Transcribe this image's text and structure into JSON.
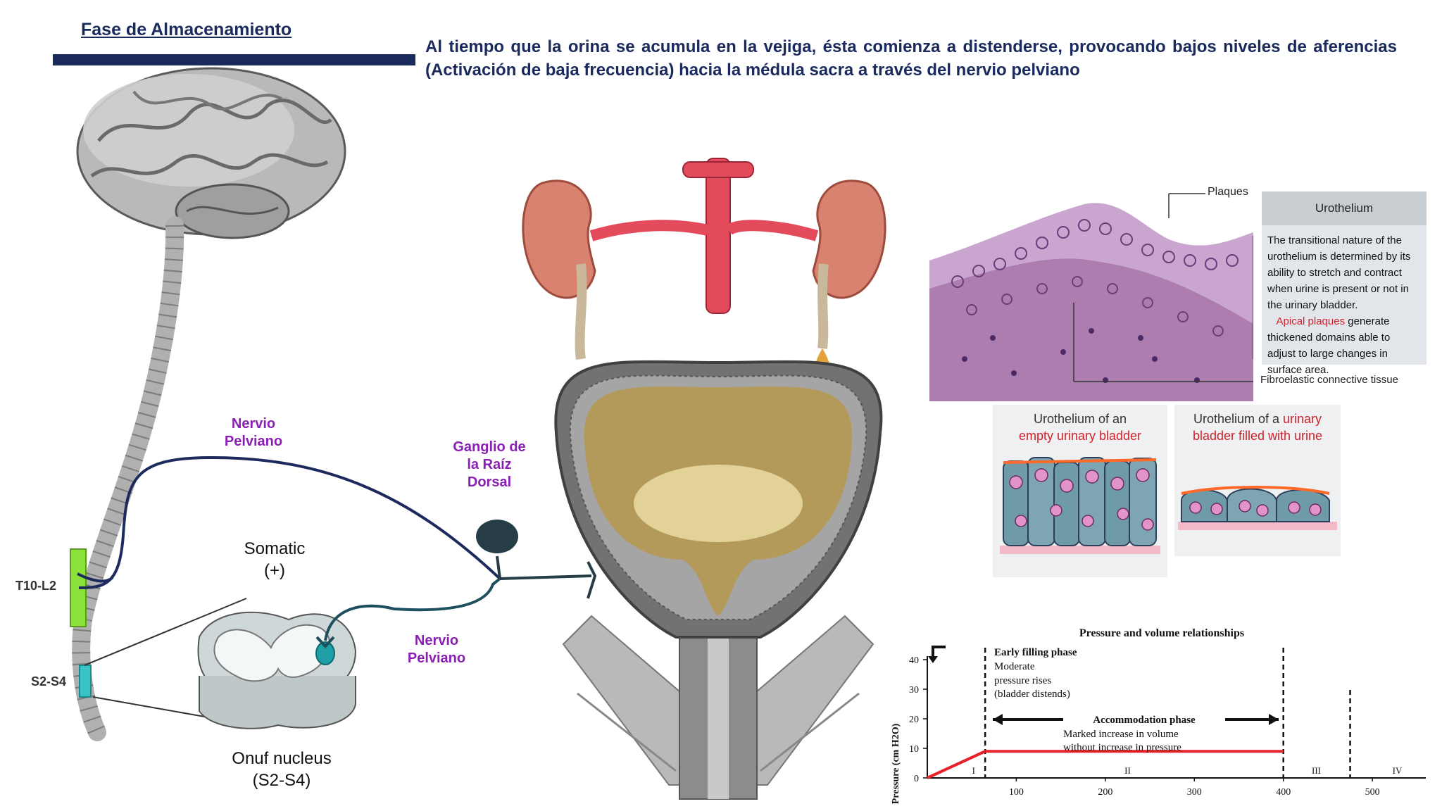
{
  "header": {
    "title": "Fase de Almacenamiento",
    "intro": "Al tiempo que la orina se acumula en la vejiga, ésta comienza a distenderse, provocando bajos niveles de aferencias (Activación de baja frecuencia) hacia la médula sacra a través del nervio  pelviano"
  },
  "neuro": {
    "nervio_upper": [
      "Nervio",
      "Pelviano"
    ],
    "nervio_lower": [
      "Nervio",
      "Pelviano"
    ],
    "ganglion": [
      "Ganglio de",
      "la Raíz",
      "Dorsal"
    ],
    "somatic": [
      "Somatic",
      "(+)"
    ],
    "onuf": [
      "Onuf nucleus",
      "(S2-S4)"
    ],
    "segment_upper": "T10-L2",
    "segment_lower": "S2-S4"
  },
  "histology": {
    "plaques_label": "Plaques",
    "fibro_label": "Fibroelastic connective tissue",
    "panel_title": "Urothelium",
    "panel_text_1": "The transitional nature of the urothelium is determined by its ability to stretch and contract when urine is present or not in the urinary bladder.",
    "panel_text_2a": "Apical plaques",
    "panel_text_2b": " generate thickened domains able to adjust to large changes in surface area."
  },
  "cells": {
    "empty_line1": "Urothelium of an",
    "empty_line2": "empty urinary bladder",
    "filled_line1a": "Urothelium of a ",
    "filled_line1b": "urinary",
    "filled_line2": "bladder filled with urine"
  },
  "chart_data": {
    "type": "line",
    "title": "Pressure and volume relationships",
    "ylabel": "Pressure (cm H2O)",
    "xlabel": "",
    "xlim": [
      0,
      560
    ],
    "ylim": [
      0,
      40
    ],
    "x_ticks": [
      100,
      200,
      300,
      400,
      500
    ],
    "y_ticks": [
      0,
      10,
      20,
      30,
      40
    ],
    "series": [
      {
        "color": "#e8202a",
        "points": [
          [
            0,
            0
          ],
          [
            65,
            9
          ],
          [
            400,
            9
          ]
        ]
      }
    ],
    "phase_lines": [
      65,
      400,
      475
    ],
    "phase_labels": [
      {
        "text": "I",
        "x": 52
      },
      {
        "text": "II",
        "x": 225
      },
      {
        "text": "III",
        "x": 437
      },
      {
        "text": "IV",
        "x": 528
      }
    ],
    "annotations": {
      "early_title": "Early filling phase",
      "early_lines": [
        "Moderate",
        "pressure rises",
        "(bladder distends)"
      ],
      "accom_title": "Accommodation phase",
      "accom_lines": [
        "Marked increase in volume",
        "without increase in pressure"
      ]
    }
  }
}
